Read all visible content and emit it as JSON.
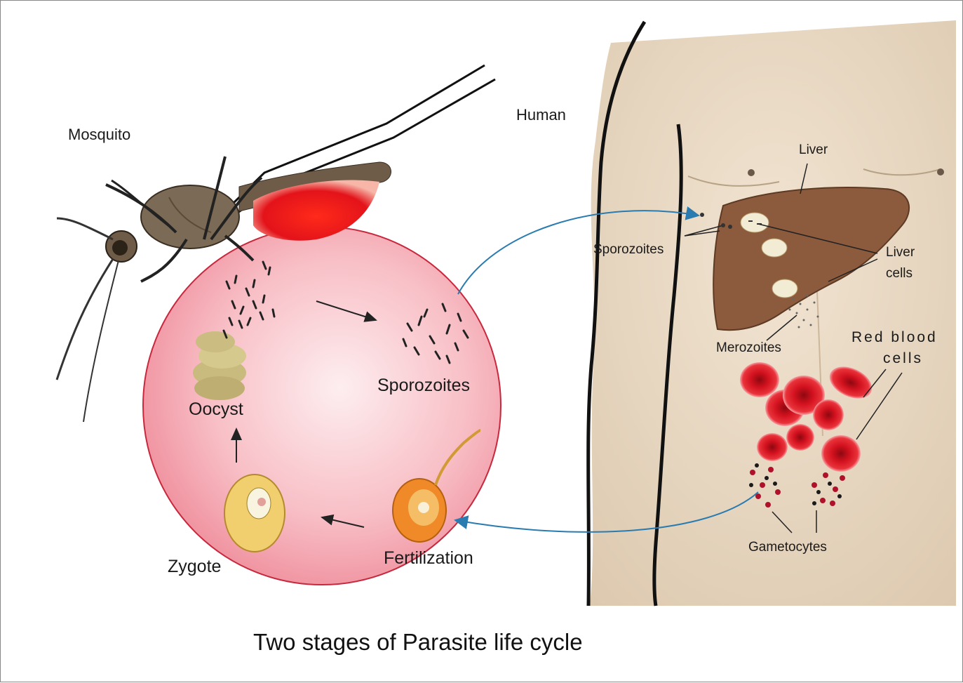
{
  "labels": {
    "mosquito": "Mosquito",
    "human": "Human",
    "liver": "Liver",
    "liver_cells_line1": "Liver",
    "liver_cells_line2": "cells",
    "sporozoites_human": "Sporozoites",
    "merozoites": "Merozoites",
    "red_blood_line1": "Red blood",
    "red_blood_line2": "cells",
    "gametocytes": "Gametocytes",
    "sporozoites_mosquito": "Sporozoites",
    "oocyst": "Oocyst",
    "zygote": "Zygote",
    "fertilization": "Fertilization"
  },
  "caption": "Two stages of Parasite life cycle",
  "colors": {
    "circle_fill": "#f6a7b0",
    "circle_edge": "#c8283d",
    "skin": "#eadcc8",
    "liver": "#8c5a3c",
    "rbc": "#d3121f",
    "arrow_blue": "#2a7bb0",
    "blood_red": "#e3131a",
    "mosquito_body": "#7b6a55"
  }
}
